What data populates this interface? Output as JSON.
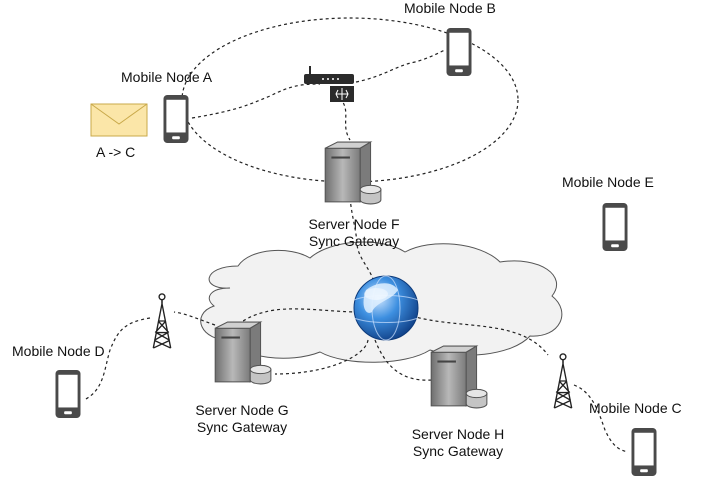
{
  "nodes": {
    "mobile_a": {
      "label": "Mobile Node A"
    },
    "mobile_b": {
      "label": "Mobile Node B"
    },
    "mobile_c": {
      "label": "Mobile Node C"
    },
    "mobile_d": {
      "label": "Mobile Node D"
    },
    "mobile_e": {
      "label": "Mobile Node E"
    },
    "server_f": {
      "label": "Server Node F",
      "sublabel": "Sync Gateway"
    },
    "server_g": {
      "label": "Server Node G",
      "sublabel": "Sync Gateway"
    },
    "server_h": {
      "label": "Server Node H",
      "sublabel": "Sync Gateway"
    }
  },
  "message": {
    "label": "A -> C",
    "icon": "envelope-icon"
  },
  "icons": {
    "phone": "smartphone-icon",
    "server": "server-icon",
    "router": "wifi-router-icon",
    "tower": "cell-tower-icon",
    "globe": "globe-icon",
    "cloud": "cloud-icon"
  },
  "colors": {
    "line": "#222222",
    "phone": "#4a4a4a",
    "server": "#8a8a8a",
    "cloud_fill": "#f2f2f2",
    "envelope": "#fbe6a8",
    "globe": "#2f7fd6"
  }
}
